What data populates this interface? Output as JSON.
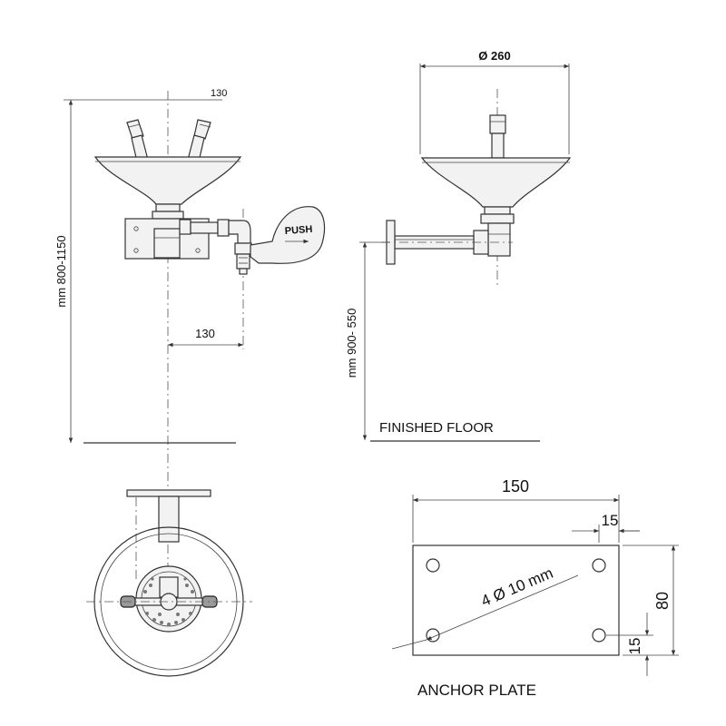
{
  "labels": {
    "top_diameter": "Ø 260",
    "height_range": "mm 800-1150",
    "offset": "130",
    "push": "PUSH",
    "floor_height": "mm 900- 550",
    "finished_floor": "FINISHED FLOOR",
    "plate_width": "150",
    "hole_offset_x": "15",
    "holes": "4 Ø 10 mm",
    "plate_height": "80",
    "hole_offset_y": "15",
    "anchor_plate": "ANCHOR PLATE"
  }
}
